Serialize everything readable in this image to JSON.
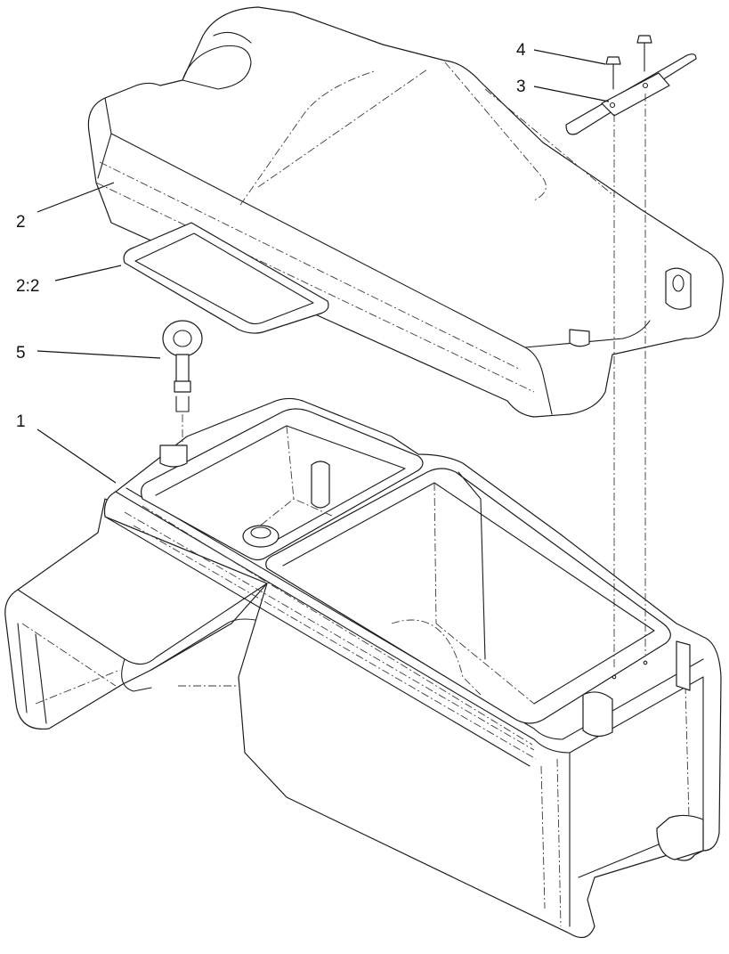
{
  "callouts": {
    "item_1": "1",
    "item_2": "2",
    "item_2_2": "2:2",
    "item_3": "3",
    "item_4": "4",
    "item_5": "5"
  },
  "colors": {
    "line": "#1c1c1c",
    "background": "#ffffff"
  }
}
